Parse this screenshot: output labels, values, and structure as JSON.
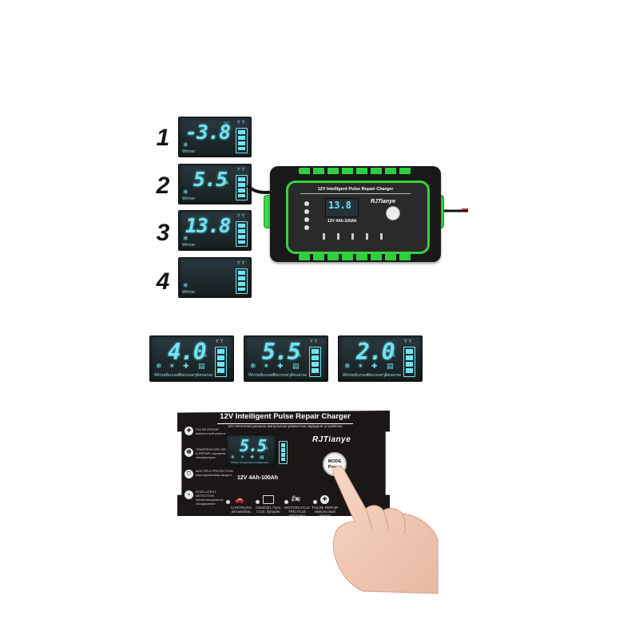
{
  "steps": [
    {
      "num": "1",
      "digits": "-3.8",
      "unit": "°C",
      "label": "Winter"
    },
    {
      "num": "2",
      "digits": "5.5",
      "unit": "A",
      "label": "Winter"
    },
    {
      "num": "3",
      "digits": "13.8",
      "unit": "V",
      "label": "Winter"
    },
    {
      "num": "4",
      "digits": "",
      "unit": "",
      "label": "Winter"
    }
  ],
  "mode_panels": [
    {
      "digits": "4.0",
      "unit": "A",
      "labels": [
        "Winter",
        "Sunset",
        "Recovery",
        "Reverse"
      ]
    },
    {
      "digits": "5.5",
      "unit": "A",
      "labels": [
        "Winter",
        "Sunset",
        "Recovery",
        "Reverse"
      ]
    },
    {
      "digits": "2.0",
      "unit": "A",
      "labels": [
        "Winter",
        "Sunset",
        "Recovery",
        "Reverse"
      ]
    }
  ],
  "charger": {
    "title": "12V Intelligent Pulse Repair Charger",
    "brand": "RJTianye",
    "reading": "13.8",
    "spec": "12V 4Ah-100Ah"
  },
  "panel": {
    "title": "12V Intelligent Pulse Repair Charger",
    "subtitle": "12V Интеллектуальное импульсное ремонтное зарядное устройство",
    "brand": "RJTianye",
    "reading": "5.5",
    "reading_unit": "A",
    "spec": "12V  4Ah-100Ah",
    "mode_label": "MODE",
    "mode_sub": "Power",
    "lcd_labels": [
      "Winter",
      "Sunset",
      "Recovery",
      "Reverse"
    ],
    "features": [
      {
        "icon": "pulse-repair-icon",
        "text": "PULSE REPAIR импульсный ремонт"
      },
      {
        "icon": "temperature-icon",
        "text": "TEMPERATURE SENSOR & REPAIR определение температуры"
      },
      {
        "icon": "protection-icon",
        "text": "MULTIPLE PROTECTION многоуровневая защита"
      },
      {
        "icon": "detection-icon",
        "text": "INTELLIGENT DETECTION Интеллектуальное обнаружение"
      }
    ],
    "bottom": [
      {
        "icon": "car-icon",
        "text": "CAR/TRUCK автомобиль"
      },
      {
        "icon": "battery-icon",
        "text": "AGM/GEL Пуск. Стоп. батареи"
      },
      {
        "icon": "motorcycle-icon",
        "text": "MOTORCYCLE TRICYCLE мотоцикл"
      },
      {
        "icon": "repair-icon",
        "text": "PULSE REPAIR импульсный ремонт"
      }
    ]
  },
  "colors": {
    "lcd": "#6fe4f2",
    "accent": "#37d23d",
    "panel": "#1b1716"
  }
}
